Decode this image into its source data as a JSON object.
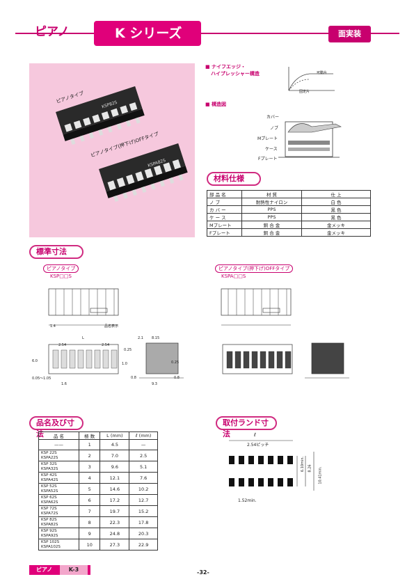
{
  "header": {
    "series_left": "ピアノ",
    "series_pill": "K シリーズ",
    "mount": "面実装"
  },
  "photo": {
    "label1": "ピアノタイプ",
    "label2": "ピアノタイプ(押下げ)OFFタイプ",
    "marking1": "KSP82S",
    "marking2": "KSPA82S"
  },
  "features": {
    "f1": "■ ナイフエッジ・",
    "f1b": "ハイプレッシャー構造",
    "f2": "■ 構造図",
    "graph_label1": "可動片",
    "graph_label2": "固定片",
    "struct_labels": [
      "カバー",
      "ノブ",
      "Mプレート",
      "ケース",
      "Fプレート"
    ]
  },
  "materials": {
    "title": "材料仕様",
    "headers": [
      "部 品 名",
      "材 質",
      "仕 上"
    ],
    "rows": [
      [
        "ノ ブ",
        "耐熱性ナイロン",
        "白 色"
      ],
      [
        "カ バ ー",
        "PPS",
        "黒 色"
      ],
      [
        "ケ ー ス",
        "PPS",
        "黒 色"
      ],
      [
        "Mプレート",
        "銅 合 金",
        "金メッキ"
      ],
      [
        "Fプレート",
        "銅 合 金",
        "金メッキ"
      ]
    ]
  },
  "dims": {
    "title": "標準寸法",
    "left_type": "ピアノタイプ",
    "left_model": "KSP□□S",
    "right_type": "ピアノタイプ(押下げ)OFFタイプ",
    "right_model": "KSPA□□S",
    "labels": {
      "l1": "1.4",
      "l2": "品名表示",
      "l3": "L",
      "l4": "2.54",
      "l5": "2.54",
      "l6": "2.1",
      "l7": "8.15",
      "l8": "6.0",
      "l9": "0.8",
      "l10": "9.3",
      "l11": "0.25",
      "l12": "1.0",
      "l13": "1.6",
      "l14": "0.05〜1.05",
      "l15": "0.8",
      "l16": "0.25"
    }
  },
  "parts": {
    "title": "品名及び寸法",
    "headers": [
      "品 名",
      "極 数",
      "L (mm)",
      "ℓ (mm)"
    ],
    "rows": [
      [
        "——",
        "1",
        "4.5",
        "—"
      ],
      [
        "KSP 22S\nKSPA22S",
        "2",
        "7.0",
        "2.5"
      ],
      [
        "KSP 32S\nKSPA32S",
        "3",
        "9.6",
        "5.1"
      ],
      [
        "KSP 42S\nKSPA42S",
        "4",
        "12.1",
        "7.6"
      ],
      [
        "KSP 52S\nKSPA52S",
        "5",
        "14.6",
        "10.2"
      ],
      [
        "KSP 62S\nKSPA62S",
        "6",
        "17.2",
        "12.7"
      ],
      [
        "KSP 72S\nKSPA72S",
        "7",
        "19.7",
        "15.2"
      ],
      [
        "KSP 82S\nKSPA82S",
        "8",
        "22.3",
        "17.8"
      ],
      [
        "KSP 92S\nKSPA92S",
        "9",
        "24.8",
        "20.3"
      ],
      [
        "KSP 102S\nKSPA102S",
        "10",
        "27.3",
        "22.9"
      ]
    ]
  },
  "land": {
    "title": "取付ランド寸法",
    "ell": "ℓ",
    "pitch": "2.54ピッチ",
    "w1": "6.10min.",
    "w2": "8.26",
    "w3": "10.41min.",
    "w4": "1.52min."
  },
  "footer": {
    "left": "ピアノ",
    "k3": "K-3",
    "page": "-32-"
  }
}
